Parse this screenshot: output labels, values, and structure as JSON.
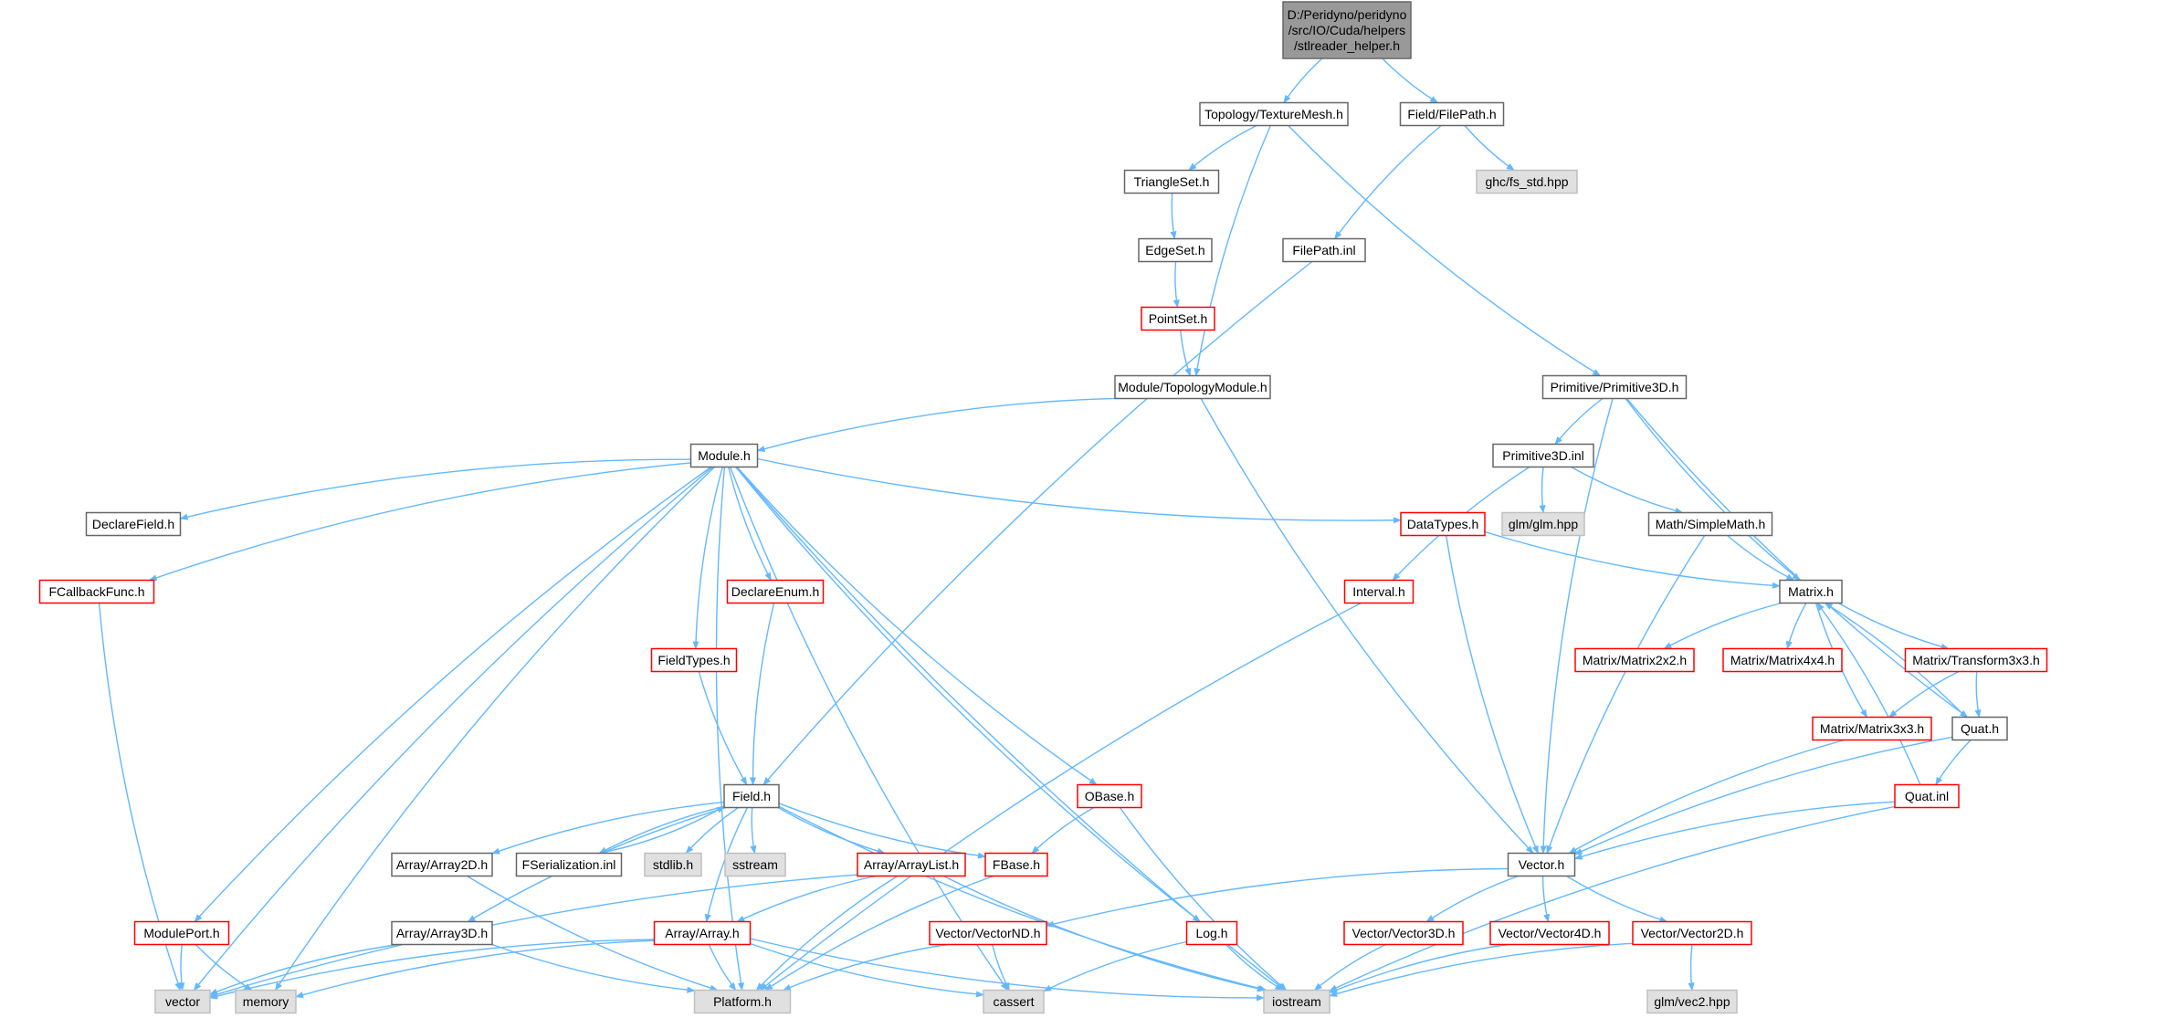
{
  "diagram": {
    "colors": {
      "edge": "#63b8ff",
      "root_fill": "#999999",
      "root_border": "#666666",
      "normal_fill": "#ffffff",
      "normal_border": "#666666",
      "red_border": "#ff0000",
      "ext_fill": "#e0e0e0",
      "ext_border": "#bfbfbf"
    },
    "nodes": [
      {
        "id": "root",
        "lines": [
          "D:/Peridyno/peridyno",
          "/src/IO/Cuda/helpers",
          "/stlreader_helper.h"
        ],
        "style": "root"
      },
      {
        "id": "texmesh",
        "lines": [
          "Topology/TextureMesh.h"
        ],
        "style": "normal"
      },
      {
        "id": "filepath",
        "lines": [
          "Field/FilePath.h"
        ],
        "style": "normal"
      },
      {
        "id": "ghcfs",
        "lines": [
          "ghc/fs_std.hpp"
        ],
        "style": "ext"
      },
      {
        "id": "triset",
        "lines": [
          "TriangleSet.h"
        ],
        "style": "normal"
      },
      {
        "id": "filepathinl",
        "lines": [
          "FilePath.inl"
        ],
        "style": "normal"
      },
      {
        "id": "edgeset",
        "lines": [
          "EdgeSet.h"
        ],
        "style": "normal"
      },
      {
        "id": "pointset",
        "lines": [
          "PointSet.h"
        ],
        "style": "red"
      },
      {
        "id": "topomod",
        "lines": [
          "Module/TopologyModule.h"
        ],
        "style": "normal"
      },
      {
        "id": "prim3dh",
        "lines": [
          "Primitive/Primitive3D.h"
        ],
        "style": "normal"
      },
      {
        "id": "module",
        "lines": [
          "Module.h"
        ],
        "style": "normal"
      },
      {
        "id": "prim3dinl",
        "lines": [
          "Primitive3D.inl"
        ],
        "style": "normal"
      },
      {
        "id": "declfield",
        "lines": [
          "DeclareField.h"
        ],
        "style": "normal"
      },
      {
        "id": "datatypes",
        "lines": [
          "DataTypes.h"
        ],
        "style": "red"
      },
      {
        "id": "glmglm",
        "lines": [
          "glm/glm.hpp"
        ],
        "style": "ext"
      },
      {
        "id": "simplemath",
        "lines": [
          "Math/SimpleMath.h"
        ],
        "style": "normal"
      },
      {
        "id": "fcallback",
        "lines": [
          "FCallbackFunc.h"
        ],
        "style": "red"
      },
      {
        "id": "declenum",
        "lines": [
          "DeclareEnum.h"
        ],
        "style": "red"
      },
      {
        "id": "interval",
        "lines": [
          "Interval.h"
        ],
        "style": "red"
      },
      {
        "id": "matrix",
        "lines": [
          "Matrix.h"
        ],
        "style": "normal"
      },
      {
        "id": "fieldtypes",
        "lines": [
          "FieldTypes.h"
        ],
        "style": "red"
      },
      {
        "id": "m2x2",
        "lines": [
          "Matrix/Matrix2x2.h"
        ],
        "style": "red"
      },
      {
        "id": "m4x4",
        "lines": [
          "Matrix/Matrix4x4.h"
        ],
        "style": "red"
      },
      {
        "id": "transform",
        "lines": [
          "Matrix/Transform3x3.h"
        ],
        "style": "red"
      },
      {
        "id": "m3x3",
        "lines": [
          "Matrix/Matrix3x3.h"
        ],
        "style": "red"
      },
      {
        "id": "quath",
        "lines": [
          "Quat.h"
        ],
        "style": "normal"
      },
      {
        "id": "field",
        "lines": [
          "Field.h"
        ],
        "style": "normal"
      },
      {
        "id": "obase",
        "lines": [
          "OBase.h"
        ],
        "style": "red"
      },
      {
        "id": "quatinl",
        "lines": [
          "Quat.inl"
        ],
        "style": "red"
      },
      {
        "id": "arr2d",
        "lines": [
          "Array/Array2D.h"
        ],
        "style": "normal"
      },
      {
        "id": "fser",
        "lines": [
          "FSerialization.inl"
        ],
        "style": "normal"
      },
      {
        "id": "stdlib",
        "lines": [
          "stdlib.h"
        ],
        "style": "ext"
      },
      {
        "id": "sstream",
        "lines": [
          "sstream"
        ],
        "style": "ext"
      },
      {
        "id": "arrlist",
        "lines": [
          "Array/ArrayList.h"
        ],
        "style": "red"
      },
      {
        "id": "fbase",
        "lines": [
          "FBase.h"
        ],
        "style": "red"
      },
      {
        "id": "vector",
        "lines": [
          "Vector.h"
        ],
        "style": "normal"
      },
      {
        "id": "arr3d",
        "lines": [
          "Array/Array3D.h"
        ],
        "style": "normal"
      },
      {
        "id": "modport",
        "lines": [
          "ModulePort.h"
        ],
        "style": "red"
      },
      {
        "id": "arrayh",
        "lines": [
          "Array/Array.h"
        ],
        "style": "red"
      },
      {
        "id": "vecnd",
        "lines": [
          "Vector/VectorND.h"
        ],
        "style": "red"
      },
      {
        "id": "logh",
        "lines": [
          "Log.h"
        ],
        "style": "red"
      },
      {
        "id": "v3d",
        "lines": [
          "Vector/Vector3D.h"
        ],
        "style": "red"
      },
      {
        "id": "v4d",
        "lines": [
          "Vector/Vector4D.h"
        ],
        "style": "red"
      },
      {
        "id": "v2d",
        "lines": [
          "Vector/Vector2D.h"
        ],
        "style": "red"
      },
      {
        "id": "vectorstd",
        "lines": [
          "vector"
        ],
        "style": "ext"
      },
      {
        "id": "memory",
        "lines": [
          "memory"
        ],
        "style": "ext"
      },
      {
        "id": "platform",
        "lines": [
          "Platform.h"
        ],
        "style": "ext"
      },
      {
        "id": "cassert",
        "lines": [
          "cassert"
        ],
        "style": "ext"
      },
      {
        "id": "iostream",
        "lines": [
          "iostream"
        ],
        "style": "ext"
      },
      {
        "id": "glmvec2",
        "lines": [
          "glm/vec2.hpp"
        ],
        "style": "ext"
      }
    ],
    "edges": [
      [
        "root",
        "texmesh"
      ],
      [
        "root",
        "filepath"
      ],
      [
        "texmesh",
        "triset"
      ],
      [
        "texmesh",
        "topomod"
      ],
      [
        "texmesh",
        "prim3dh"
      ],
      [
        "filepath",
        "ghcfs"
      ],
      [
        "filepath",
        "filepathinl"
      ],
      [
        "triset",
        "edgeset"
      ],
      [
        "edgeset",
        "pointset"
      ],
      [
        "pointset",
        "topomod"
      ],
      [
        "filepathinl",
        "field"
      ],
      [
        "topomod",
        "module"
      ],
      [
        "topomod",
        "vector"
      ],
      [
        "prim3dh",
        "prim3dinl"
      ],
      [
        "prim3dh",
        "vector"
      ],
      [
        "prim3dh",
        "matrix"
      ],
      [
        "prim3dh",
        "quath"
      ],
      [
        "prim3dinl",
        "interval"
      ],
      [
        "prim3dinl",
        "glmglm"
      ],
      [
        "prim3dinl",
        "simplemath"
      ],
      [
        "module",
        "declfield"
      ],
      [
        "module",
        "fcallback"
      ],
      [
        "module",
        "vectorstd"
      ],
      [
        "module",
        "modport"
      ],
      [
        "module",
        "memory"
      ],
      [
        "module",
        "platform"
      ],
      [
        "module",
        "fieldtypes"
      ],
      [
        "module",
        "declenum"
      ],
      [
        "module",
        "datatypes"
      ],
      [
        "module",
        "obase"
      ],
      [
        "module",
        "logh"
      ],
      [
        "module",
        "cassert"
      ],
      [
        "module",
        "iostream"
      ],
      [
        "datatypes",
        "matrix"
      ],
      [
        "datatypes",
        "vector"
      ],
      [
        "simplemath",
        "matrix"
      ],
      [
        "simplemath",
        "vector"
      ],
      [
        "fcallback",
        "vectorstd"
      ],
      [
        "declenum",
        "field"
      ],
      [
        "fieldtypes",
        "field"
      ],
      [
        "interval",
        "platform"
      ],
      [
        "matrix",
        "m2x2"
      ],
      [
        "matrix",
        "m4x4"
      ],
      [
        "matrix",
        "transform"
      ],
      [
        "matrix",
        "m3x3"
      ],
      [
        "transform",
        "m3x3"
      ],
      [
        "transform",
        "quath"
      ],
      [
        "m3x3",
        "vector"
      ],
      [
        "quath",
        "vector"
      ],
      [
        "quath",
        "quatinl"
      ],
      [
        "quath",
        "matrix"
      ],
      [
        "quatinl",
        "vector"
      ],
      [
        "quatinl",
        "iostream"
      ],
      [
        "quatinl",
        "matrix"
      ],
      [
        "field",
        "arr2d"
      ],
      [
        "field",
        "fser"
      ],
      [
        "field",
        "stdlib"
      ],
      [
        "field",
        "sstream"
      ],
      [
        "field",
        "arrlist"
      ],
      [
        "field",
        "fbase"
      ],
      [
        "field",
        "arr3d"
      ],
      [
        "field",
        "arrayh"
      ],
      [
        "field",
        "iostream"
      ],
      [
        "fser",
        "field"
      ],
      [
        "obase",
        "fbase"
      ],
      [
        "obase",
        "iostream"
      ],
      [
        "fbase",
        "platform"
      ],
      [
        "arr2d",
        "platform"
      ],
      [
        "arrlist",
        "arrayh"
      ],
      [
        "arrlist",
        "platform"
      ],
      [
        "arrlist",
        "vectorstd"
      ],
      [
        "arrlist",
        "iostream"
      ],
      [
        "arr3d",
        "platform"
      ],
      [
        "arr3d",
        "vectorstd"
      ],
      [
        "modport",
        "vectorstd"
      ],
      [
        "modport",
        "memory"
      ],
      [
        "arrayh",
        "platform"
      ],
      [
        "arrayh",
        "cassert"
      ],
      [
        "arrayh",
        "vectorstd"
      ],
      [
        "arrayh",
        "memory"
      ],
      [
        "arrayh",
        "iostream"
      ],
      [
        "vector",
        "vecnd"
      ],
      [
        "vector",
        "v3d"
      ],
      [
        "vector",
        "v4d"
      ],
      [
        "vector",
        "v2d"
      ],
      [
        "vecnd",
        "platform"
      ],
      [
        "vecnd",
        "cassert"
      ],
      [
        "logh",
        "cassert"
      ],
      [
        "logh",
        "iostream"
      ],
      [
        "v3d",
        "iostream"
      ],
      [
        "v4d",
        "iostream"
      ],
      [
        "v2d",
        "iostream"
      ],
      [
        "v2d",
        "glmvec2"
      ]
    ]
  }
}
